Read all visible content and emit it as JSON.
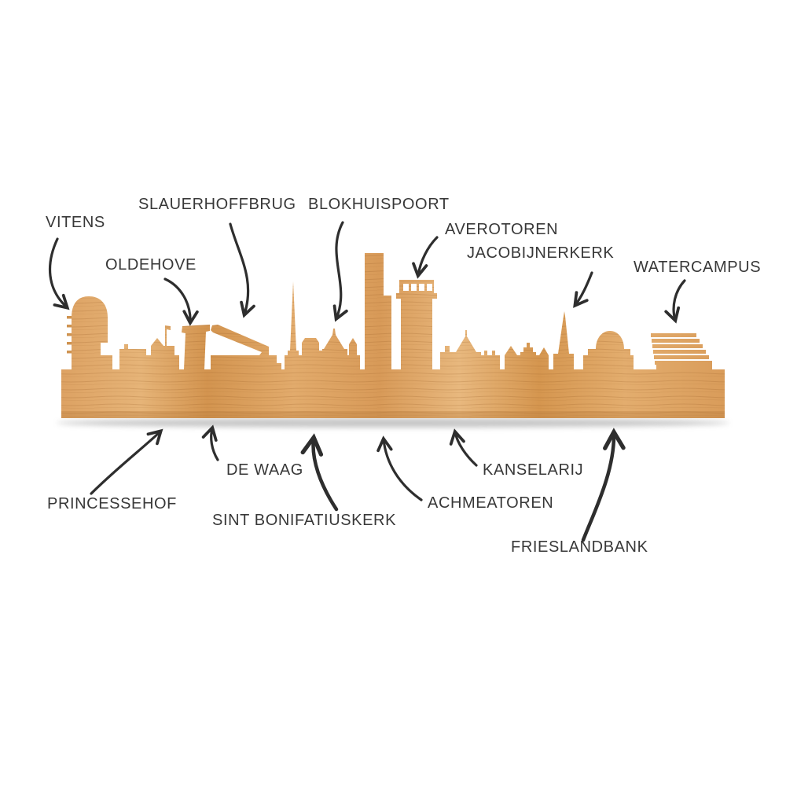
{
  "labels": {
    "vitens": "VITENS",
    "oldehove": "OLDEHOVE",
    "slauerhoffbrug": "SLAUERHOFFBRUG",
    "blokhuispoort": "BLOKHUISPOORT",
    "averotoren": "AVEROTOREN",
    "jacobijnerkerk": "JACOBIJNERKERK",
    "watercampus": "WATERCAMPUS",
    "princessehof": "PRINCESSEHOF",
    "de_waag": "DE WAAG",
    "sint_bonifatiuskerk": "SINT BONIFATIUSKERK",
    "achmeatoren": "ACHMEATOREN",
    "kanselarij": "KANSELARIJ",
    "frieslandbank": "FRIESLANDBANK"
  },
  "colors": {
    "background": "#ffffff",
    "wood_light": "#e7b87e",
    "wood_mid": "#d89a58",
    "wood_dark": "#c98a45",
    "annotation": "#2e2e2e",
    "label_text": "#383838"
  }
}
